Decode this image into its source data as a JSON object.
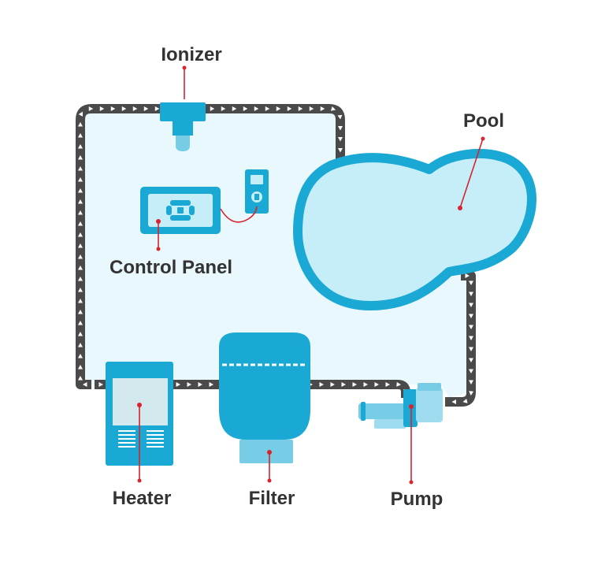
{
  "labels": {
    "ionizer": "Ionizer",
    "pool": "Pool",
    "control_panel": "Control Panel",
    "heater": "Heater",
    "filter": "Filter",
    "pump": "Pump"
  },
  "colors": {
    "pipe": "#4a4a4a",
    "arrow": "#ffffff",
    "area_fill": "#e8f8fc",
    "equipment": "#1aa8d4",
    "equipment_light": "#78cde6",
    "panel_screen": "#c5eef9",
    "heater_window": "#d4e9ee",
    "pool_water": "#c5eef9",
    "pool_rim": "#1aa8d4",
    "pump_body": "#9fdcef",
    "leader_line": "#d9232e",
    "text": "#333333"
  }
}
